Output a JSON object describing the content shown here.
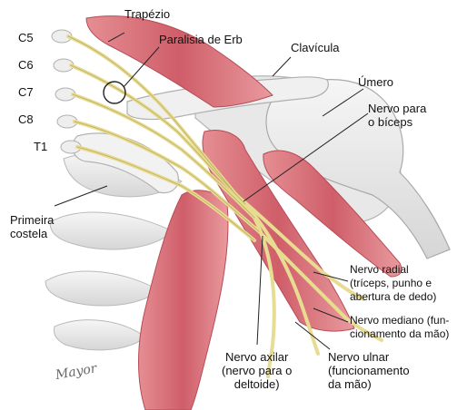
{
  "labels": {
    "trapezio": "Trapézio",
    "erb": "Paralisia de Erb",
    "clavicula": "Clavícula",
    "umero": "Úmero",
    "nervo_biceps": [
      "Nervo para",
      "o bíceps"
    ],
    "c5": "C5",
    "c6": "C6",
    "c7": "C7",
    "c8": "C8",
    "t1": "T1",
    "primeira_costela": [
      "Primeira",
      "costela"
    ],
    "nervo_radial": [
      "Nervo radial",
      "(tríceps, punho e",
      "abertura de dedo)"
    ],
    "nervo_mediano": [
      "Nervo mediano (fun-",
      "cionamento da mão)"
    ],
    "nervo_axilar": [
      "Nervo axilar",
      "(nervo para o",
      "deltoide)"
    ],
    "nervo_ulnar": [
      "Nervo ulnar",
      "(funcionamento",
      "da mão)"
    ]
  },
  "signature": "Mayor",
  "colors": {
    "muscle": "#d9747c",
    "muscle_dark": "#b84a55",
    "muscle_light": "#eea3a6",
    "nerve": "#f1e7a3",
    "nerve_stroke": "#c9bb6a",
    "bone": "#ececec",
    "bone_stroke": "#b7b7b7",
    "leader": "#222222"
  }
}
